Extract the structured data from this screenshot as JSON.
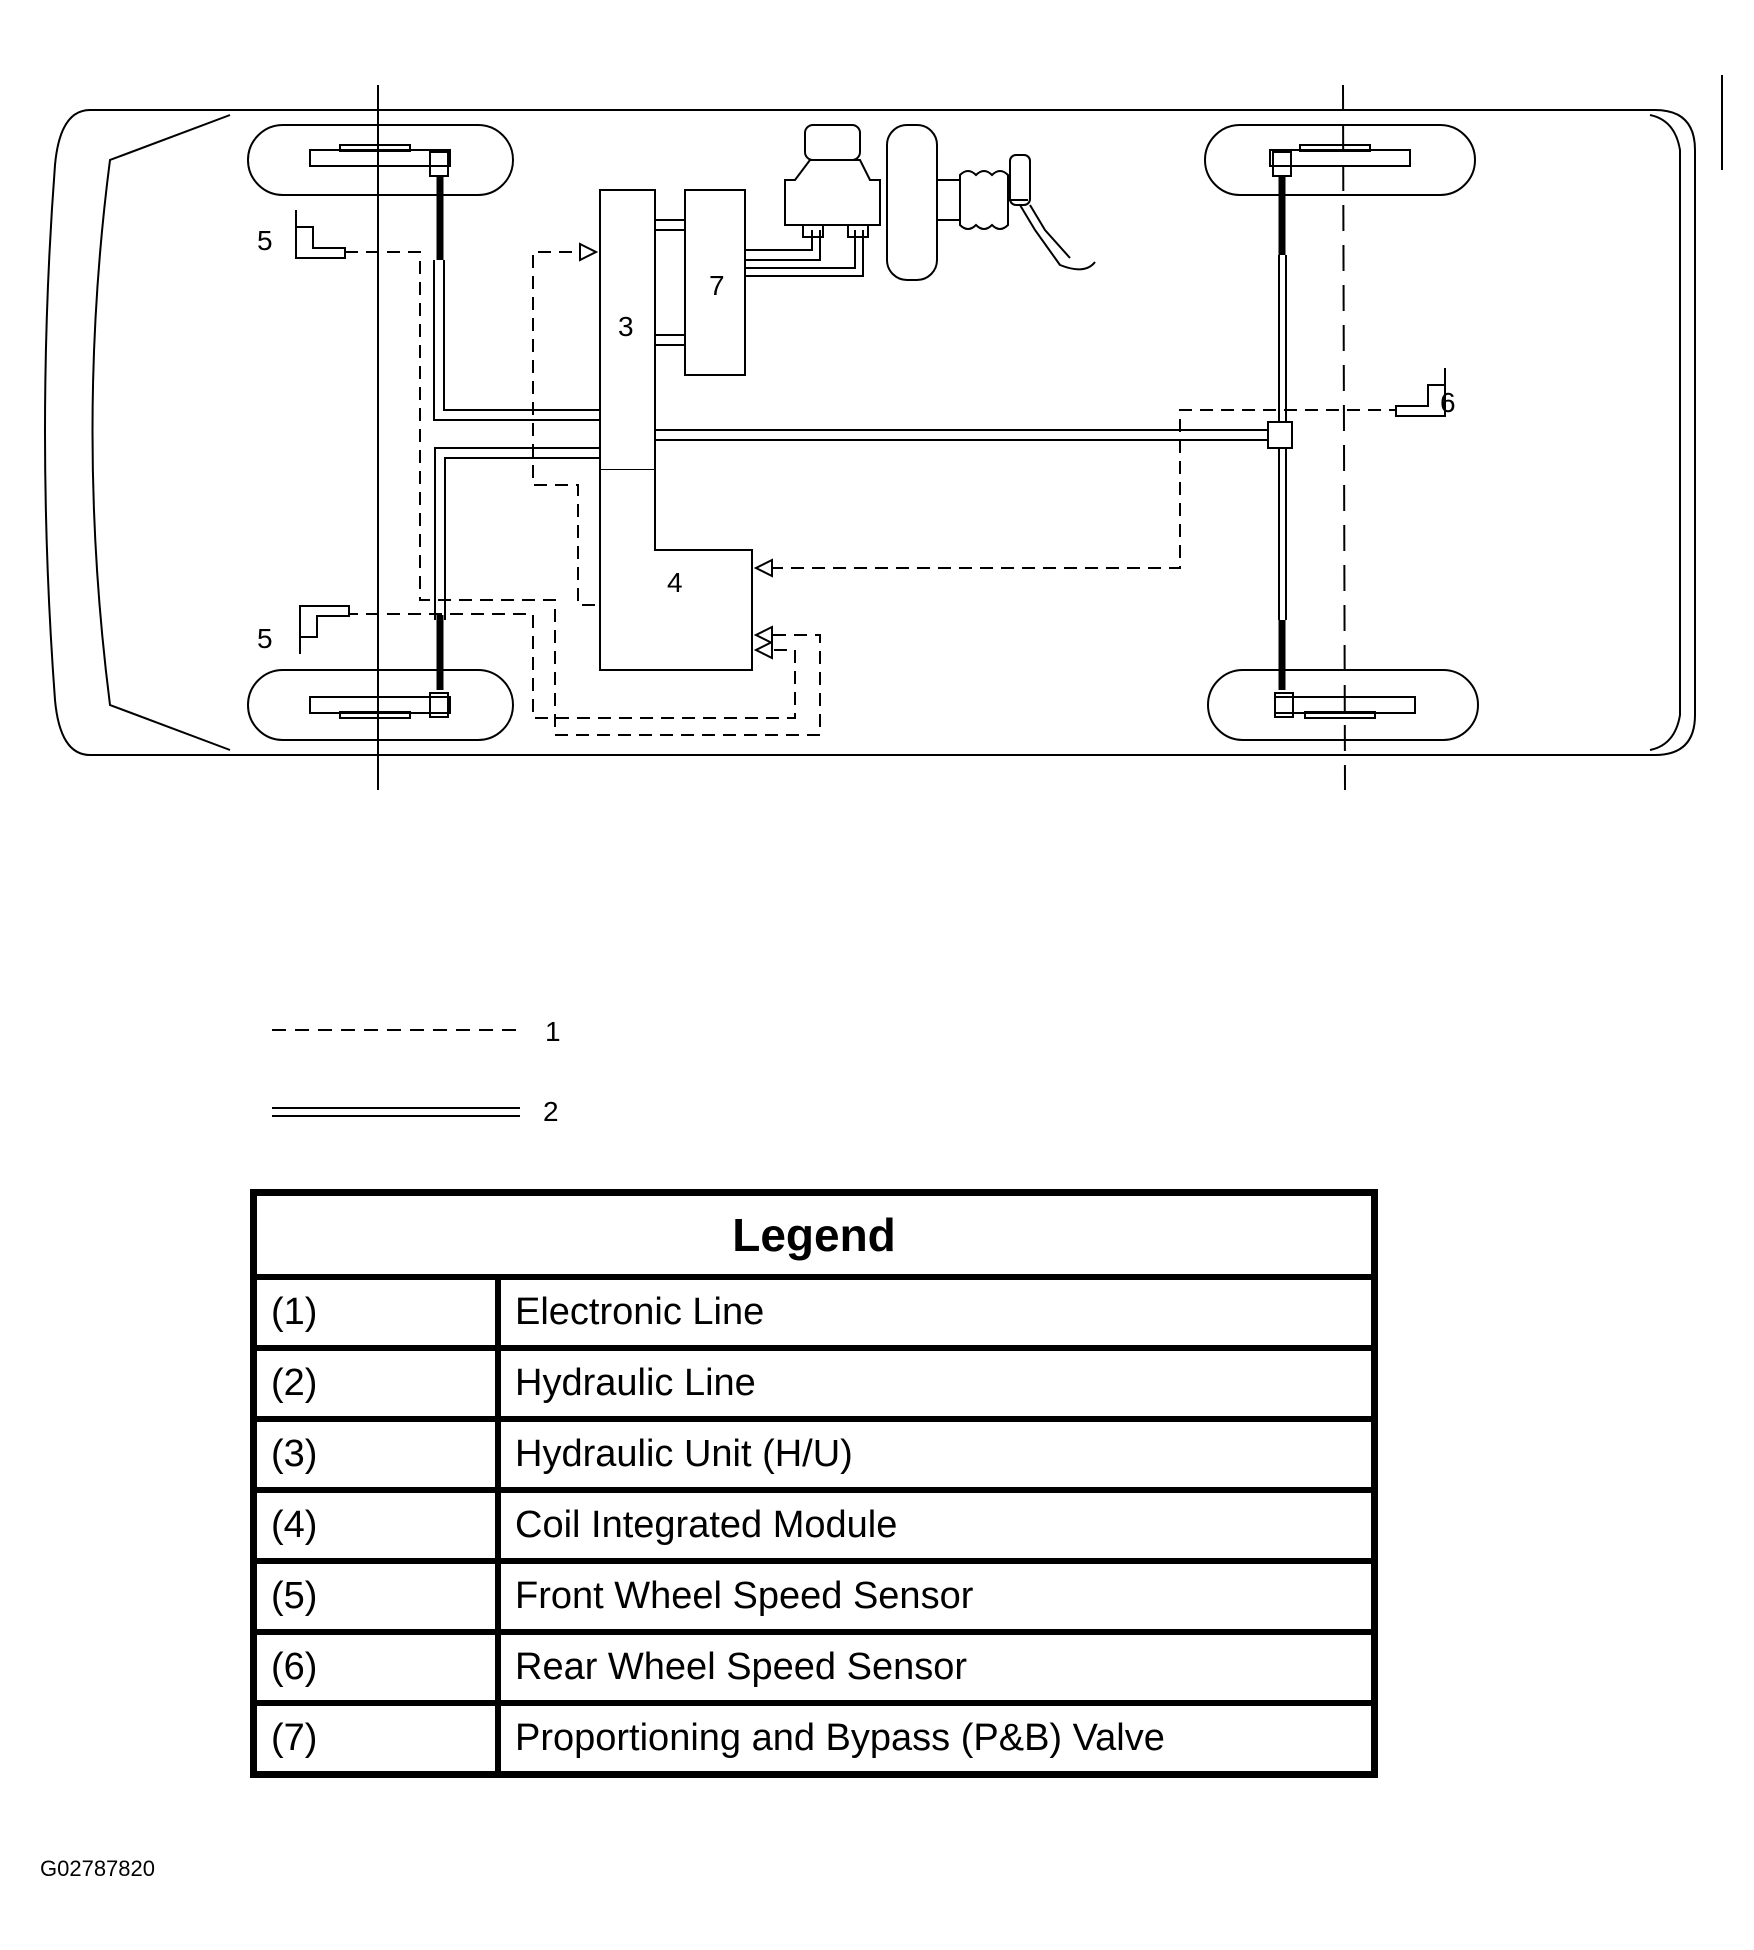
{
  "diagram": {
    "callouts": {
      "front_sensor_upper": "5",
      "front_sensor_lower": "5",
      "rear_sensor": "6",
      "hydraulic_unit": "3",
      "module": "4",
      "valve": "7"
    },
    "line_key": {
      "electronic": "1",
      "hydraulic": "2"
    }
  },
  "legend": {
    "title": "Legend",
    "rows": [
      {
        "num": "(1)",
        "desc": "Electronic Line"
      },
      {
        "num": "(2)",
        "desc": "Hydraulic Line"
      },
      {
        "num": "(3)",
        "desc": "Hydraulic Unit (H/U)"
      },
      {
        "num": "(4)",
        "desc": "Coil Integrated Module"
      },
      {
        "num": "(5)",
        "desc": "Front Wheel Speed Sensor"
      },
      {
        "num": "(6)",
        "desc": "Rear Wheel Speed Sensor"
      },
      {
        "num": "(7)",
        "desc": "Proportioning and Bypass (P&B) Valve"
      }
    ]
  },
  "figure_id": "G02787820"
}
